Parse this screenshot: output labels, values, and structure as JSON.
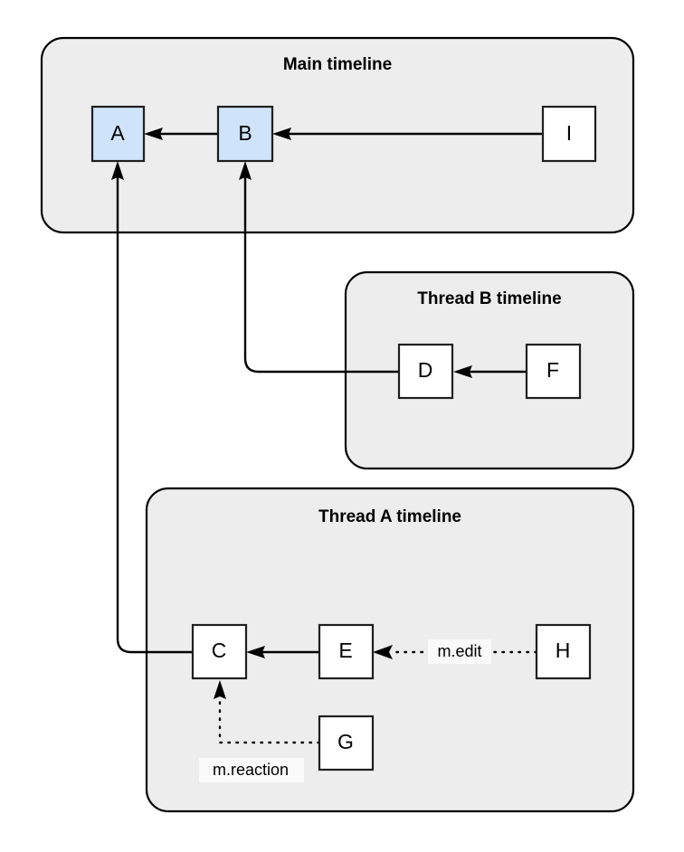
{
  "diagram": {
    "type": "event-graph",
    "title": "",
    "background": "#ffffff",
    "group_fill": "#ededed",
    "accent_fill": "#cfe4fa",
    "plain_fill": "#ffffff",
    "stroke": "#000000",
    "groups": [
      {
        "id": "main",
        "label": "Main timeline"
      },
      {
        "id": "thread_b",
        "label": "Thread B timeline"
      },
      {
        "id": "thread_a",
        "label": "Thread A timeline"
      }
    ],
    "nodes": [
      {
        "id": "A",
        "label": "A",
        "group": "main",
        "style": "accent"
      },
      {
        "id": "B",
        "label": "B",
        "group": "main",
        "style": "accent"
      },
      {
        "id": "I",
        "label": "I",
        "group": "main",
        "style": "plain"
      },
      {
        "id": "D",
        "label": "D",
        "group": "thread_b",
        "style": "plain"
      },
      {
        "id": "F",
        "label": "F",
        "group": "thread_b",
        "style": "plain"
      },
      {
        "id": "C",
        "label": "C",
        "group": "thread_a",
        "style": "plain"
      },
      {
        "id": "E",
        "label": "E",
        "group": "thread_a",
        "style": "plain"
      },
      {
        "id": "G",
        "label": "G",
        "group": "thread_a",
        "style": "plain"
      },
      {
        "id": "H",
        "label": "H",
        "group": "thread_a",
        "style": "plain"
      }
    ],
    "edges": [
      {
        "from": "B",
        "to": "A",
        "style": "solid",
        "label": ""
      },
      {
        "from": "I",
        "to": "B",
        "style": "solid",
        "label": ""
      },
      {
        "from": "F",
        "to": "D",
        "style": "solid",
        "label": ""
      },
      {
        "from": "D",
        "to": "B",
        "style": "solid",
        "label": ""
      },
      {
        "from": "C",
        "to": "A",
        "style": "solid",
        "label": ""
      },
      {
        "from": "E",
        "to": "C",
        "style": "solid",
        "label": ""
      },
      {
        "from": "H",
        "to": "E",
        "style": "dotted",
        "label": "m.edit"
      },
      {
        "from": "G",
        "to": "C",
        "style": "dotted",
        "label": "m.reaction"
      }
    ],
    "labels": {
      "edit": "m.edit",
      "reaction": "m.reaction"
    }
  }
}
